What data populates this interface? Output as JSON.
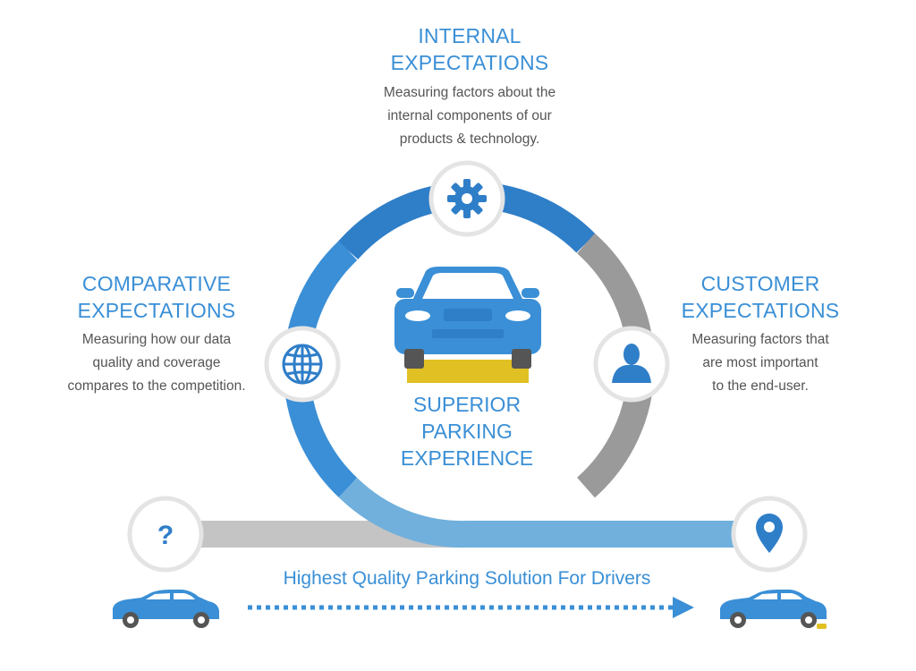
{
  "internal": {
    "title_line1": "INTERNAL",
    "title_line2": "EXPECTATIONS",
    "desc_line1": "Measuring factors about the",
    "desc_line2": "internal components of our",
    "desc_line3": "products & technology."
  },
  "comparative": {
    "title_line1": "COMPARATIVE",
    "title_line2": "EXPECTATIONS",
    "desc_line1": "Measuring how our data",
    "desc_line2": "quality and coverage",
    "desc_line3": "compares to the competition."
  },
  "customer": {
    "title_line1": "CUSTOMER",
    "title_line2": "EXPECTATIONS",
    "desc_line1": "Measuring factors that",
    "desc_line2": "are most important",
    "desc_line3": "to the end-user."
  },
  "center": {
    "line1": "SUPERIOR",
    "line2": "PARKING",
    "line3": "EXPERIENCE"
  },
  "start_marker": "?",
  "tagline": "Highest Quality Parking Solution For Drivers",
  "icons": [
    "gear-icon",
    "globe-icon",
    "user-icon",
    "question-icon",
    "location-pin-icon",
    "car-front-icon",
    "car-side-icon"
  ],
  "colors": {
    "blue": "#3a8fd6",
    "blue_dark": "#2f7ec8",
    "blue_light": "#71b0dc",
    "gray": "#9a9a9a",
    "gray_light": "#c4c4c4",
    "yellow": "#e0c023"
  }
}
